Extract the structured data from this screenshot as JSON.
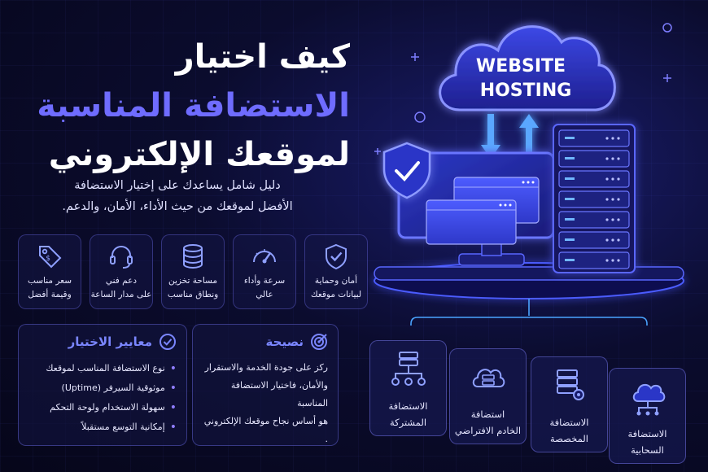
{
  "title": {
    "line1": "كيف اختيار",
    "line2": "الاستضافة المناسبة",
    "line3": "لموقعك الإلكتروني"
  },
  "subtitle": {
    "line1": "دليل شامل يساعدك على إختيار الاستضافة",
    "line2": "الأفضل لموقعك من حيث الأداء، الأمان، والدعم."
  },
  "cloud_label": {
    "line1": "WEBSITE",
    "line2": "HOSTING"
  },
  "features": [
    {
      "icon": "shield-check-icon",
      "l1": "أمان وحماية",
      "l2": "لبيانات موقعك"
    },
    {
      "icon": "speedometer-icon",
      "l1": "سرعة وأداء",
      "l2": "عالي"
    },
    {
      "icon": "database-icon",
      "l1": "مساحة تخزين",
      "l2": "ونطاق مناسب"
    },
    {
      "icon": "headset-icon",
      "l1": "دعم فني",
      "l2": "على مدار الساعة"
    },
    {
      "icon": "price-tag-icon",
      "l1": "سعر مناسب",
      "l2": "وقيمة أفضل"
    }
  ],
  "criteria": {
    "title": "معايير الاختيار",
    "items": [
      "نوع الاستضافة المناسب لموقعك",
      "موثوقية السيرفر (Uptime)",
      "سهولة الاستخدام ولوحة التحكم",
      "إمكانية التوسع مستقبلاً"
    ]
  },
  "tip": {
    "title": "نصيحة",
    "lines": [
      "ركز على جودة الخدمة والاستقرار",
      "والأمان، فاختيار الاستضافة المناسبة",
      "هو أساس نجاح موقعك الإلكتروني ."
    ]
  },
  "hosting_types": [
    {
      "icon": "shared-hosting-icon",
      "l1": "الاستضافة",
      "l2": "المشتركة"
    },
    {
      "icon": "vps-hosting-icon",
      "l1": "استضافة",
      "l2": "الخادم الافتراضي"
    },
    {
      "icon": "dedicated-hosting-icon",
      "l1": "الاستضافة",
      "l2": "المخصصة"
    },
    {
      "icon": "cloud-hosting-icon",
      "l1": "الاستضافة",
      "l2": "السحابية"
    }
  ],
  "colors": {
    "accent": "#6f6cff",
    "background": "#0b0c2e",
    "glow": "#4b5bff"
  }
}
